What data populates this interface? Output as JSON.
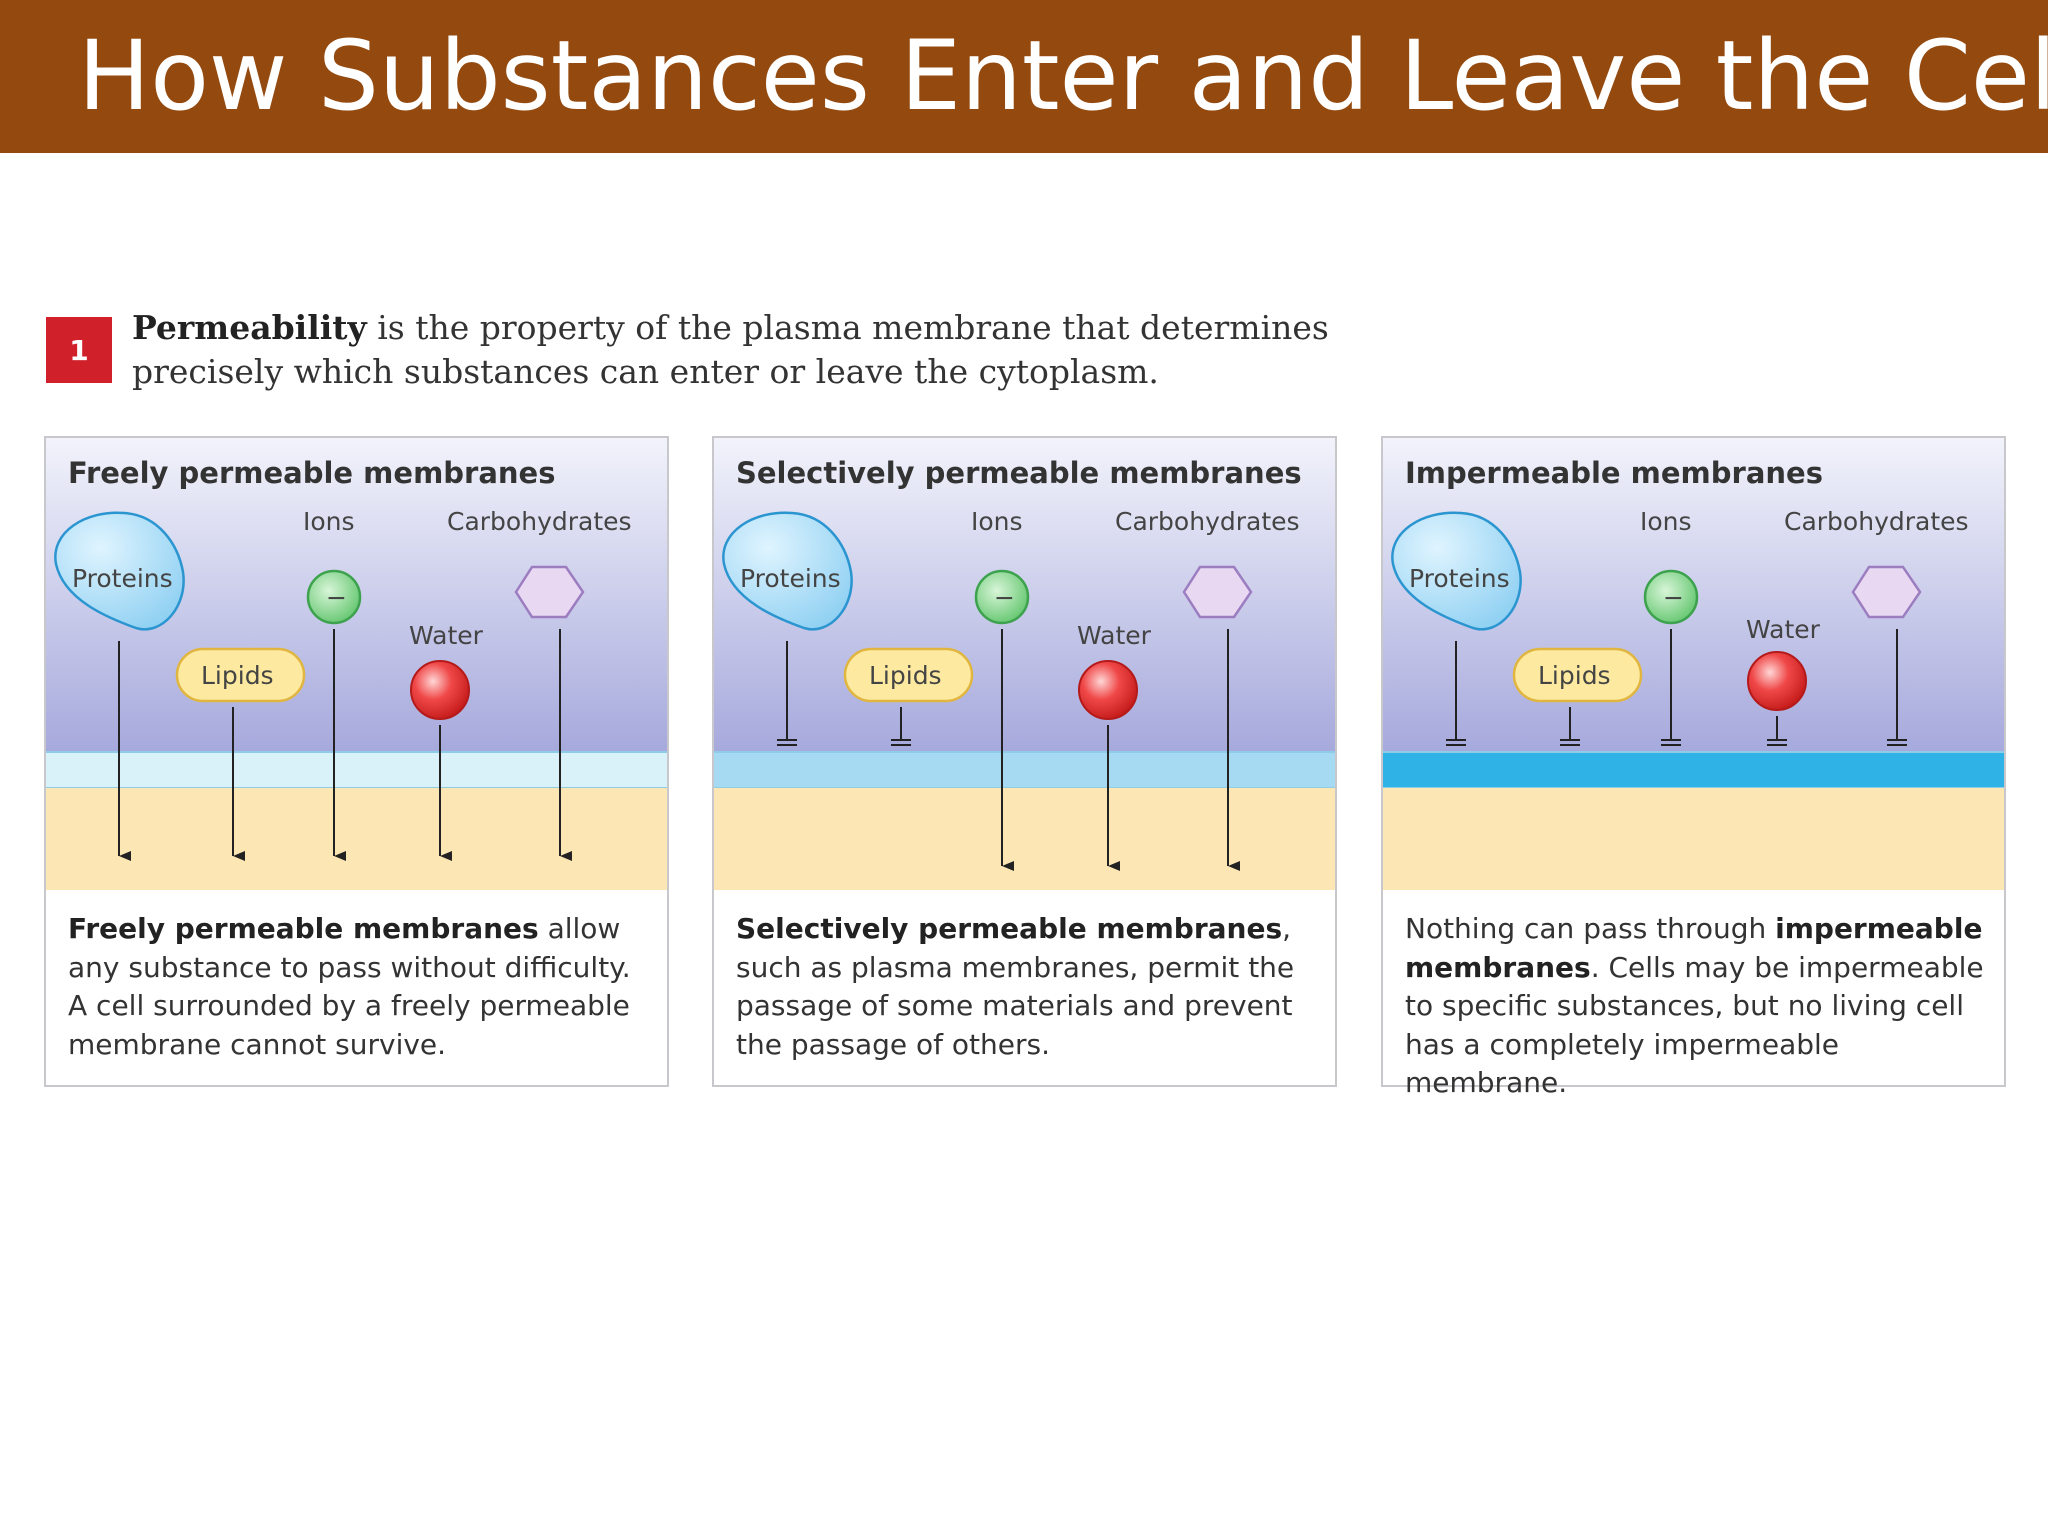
{
  "slide": {
    "title": "How Substances Enter and Leave the Cell"
  },
  "intro": {
    "number": "1",
    "term": "Permeability",
    "text": " is the property of the plasma membrane that determines precisely which substances can enter or leave the cytoplasm."
  },
  "labels": {
    "proteins": "Proteins",
    "ions": "Ions",
    "carbohydrates": "Carbohydrates",
    "water": "Water",
    "lipids": "Lipids",
    "ion_sign": "−"
  },
  "panels": [
    {
      "title": "Freely permeable membranes",
      "membrane_color": "#d9f2fa",
      "passes": [
        "proteins",
        "lipids",
        "ions",
        "water",
        "carbohydrates"
      ],
      "caption": [
        {
          "text": "Freely permeable membranes",
          "bold": true
        },
        {
          "text": " allow any substance to pass without difficulty. A cell surrounded by a freely permeable membrane cannot survive.",
          "bold": false
        }
      ]
    },
    {
      "title": "Selectively permeable membranes",
      "membrane_color": "#a6d9f2",
      "passes": [
        "ions",
        "water",
        "carbohydrates"
      ],
      "caption": [
        {
          "text": "Selectively permeable membranes",
          "bold": true
        },
        {
          "text": ", such as plasma membranes, permit the passage of some materials and prevent the passage of others.",
          "bold": false
        }
      ]
    },
    {
      "title": "Impermeable membranes",
      "membrane_color": "#2fb2e6",
      "passes": [],
      "caption": [
        {
          "text": "Nothing can pass through ",
          "bold": false
        },
        {
          "text": "impermeable membranes",
          "bold": true
        },
        {
          "text": ". Cells may be impermeable to specific substances, but no living cell has a completely impermeable membrane.",
          "bold": false
        }
      ]
    }
  ]
}
